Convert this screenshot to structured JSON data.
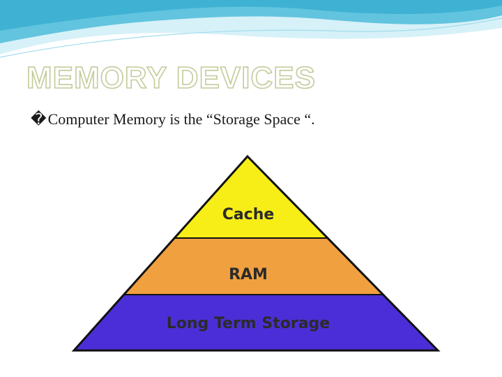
{
  "slide": {
    "title": "MEMORY DEVICES",
    "bullet_marker": "�",
    "bullet_text": "Computer Memory is the “Storage Space “."
  },
  "diagram": {
    "type": "pyramid",
    "tiers": [
      {
        "label": "Cache",
        "color": "#f7ee17"
      },
      {
        "label": "RAM",
        "color": "#f1a040"
      },
      {
        "label": "Long Term Storage",
        "color": "#4c2ed8"
      }
    ],
    "outline_color": "#111111"
  },
  "theme": {
    "wave_dark": "#5fc1dc",
    "wave_light": "#cdeef6",
    "title_outline": "#c4ca9a"
  }
}
